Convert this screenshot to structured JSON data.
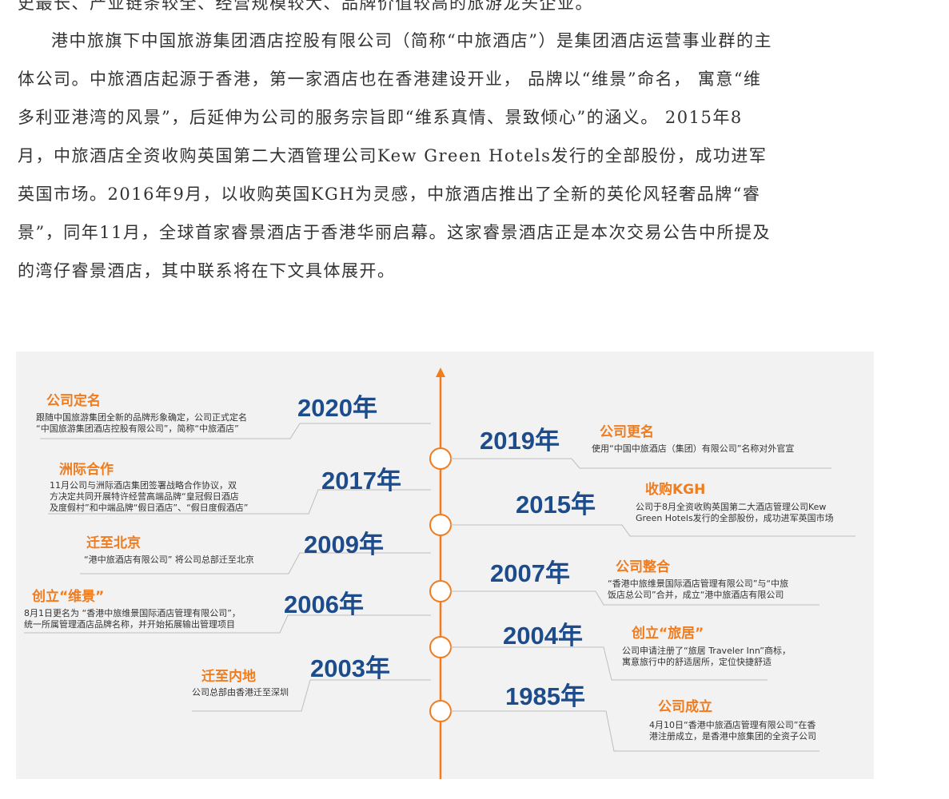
{
  "intro": {
    "top_line": "史最长、产业链条较全、经营规模较大、品牌价值较高的旅游龙头企业。",
    "paragraph": "港中旅旗下中国旅游集团酒店控股有限公司（简称“中旅酒店”）是集团酒店运营事业群的主体公司。中旅酒店起源于香港，第一家酒店也在香港建设开业， 品牌以“维景”命名， 寓意“维多利亚港湾的风景”，后延伸为公司的服务宗旨即“维系真情、景致倾心”的涵义。 2015年8月，中旅酒店全资收购英国第二大酒管理公司Kew Green Hotels发行的全部股份，成功进军英国市场。2016年9月，以收购英国KGH为灵感，中旅酒店推出了全新的英伦风轻奢品牌“睿景”，同年11月，全球首家睿景酒店于香港华丽启幕。这家睿景酒店正是本次交易公告中所提及的湾仔睿景酒店，其中联系将在下文具体展开。"
  },
  "timeline": {
    "accent_color": "#f07c1e",
    "year_color": "#1c4c8c",
    "left_events": [
      {
        "year": "2020年",
        "title": "公司定名",
        "desc": "跟随中国旅游集团全新的品牌形象确定，公司正式定名\n“中国旅游集团酒店控股有限公司”，简称“中旅酒店”"
      },
      {
        "year": "2017年",
        "title": "洲际合作",
        "desc": "11月公司与洲际酒店集团签署战略合作协议，双\n方决定共同开展特许经营高端品牌“皇冠假日酒店\n及度假村”和中端品牌“假日酒店”、“假日度假酒店”"
      },
      {
        "year": "2009年",
        "title": "迁至北京",
        "desc": "“港中旅酒店有限公司” 将公司总部迁至北京"
      },
      {
        "year": "2006年",
        "title": "创立“维景”",
        "desc": "8月1日更名为 “香港中旅维景国际酒店管理有限公司”，\n统一所属管理酒店品牌名称，并开始拓展输出管理项目"
      },
      {
        "year": "2003年",
        "title": "迁至内地",
        "desc": "公司总部由香港迁至深圳"
      }
    ],
    "right_events": [
      {
        "year": "2019年",
        "title": "公司更名",
        "desc": "使用“中国中旅酒店（集团）有限公司”名称对外官宣"
      },
      {
        "year": "2015年",
        "title": "收购KGH",
        "desc": "公司于8月全资收购英国第二大酒店管理公司Kew\nGreen Hotels发行的全部股份，成功进军英国市场"
      },
      {
        "year": "2007年",
        "title": "公司整合",
        "desc": "“香港中旅维景国际酒店管理有限公司”与“中旅\n饭店总公司”合并，成立“港中旅酒店有限公司"
      },
      {
        "year": "2004年",
        "title": "创立“旅居”",
        "desc": "公司申请注册了“旅居 Traveler Inn”商标，\n寓意旅行中的舒适居所，定位快捷舒适"
      },
      {
        "year": "1985年",
        "title": "公司成立",
        "desc": "4月10日“香港中旅酒店管理有限公司”在香\n港注册成立，是香港中旅集团的全资子公司"
      }
    ]
  }
}
